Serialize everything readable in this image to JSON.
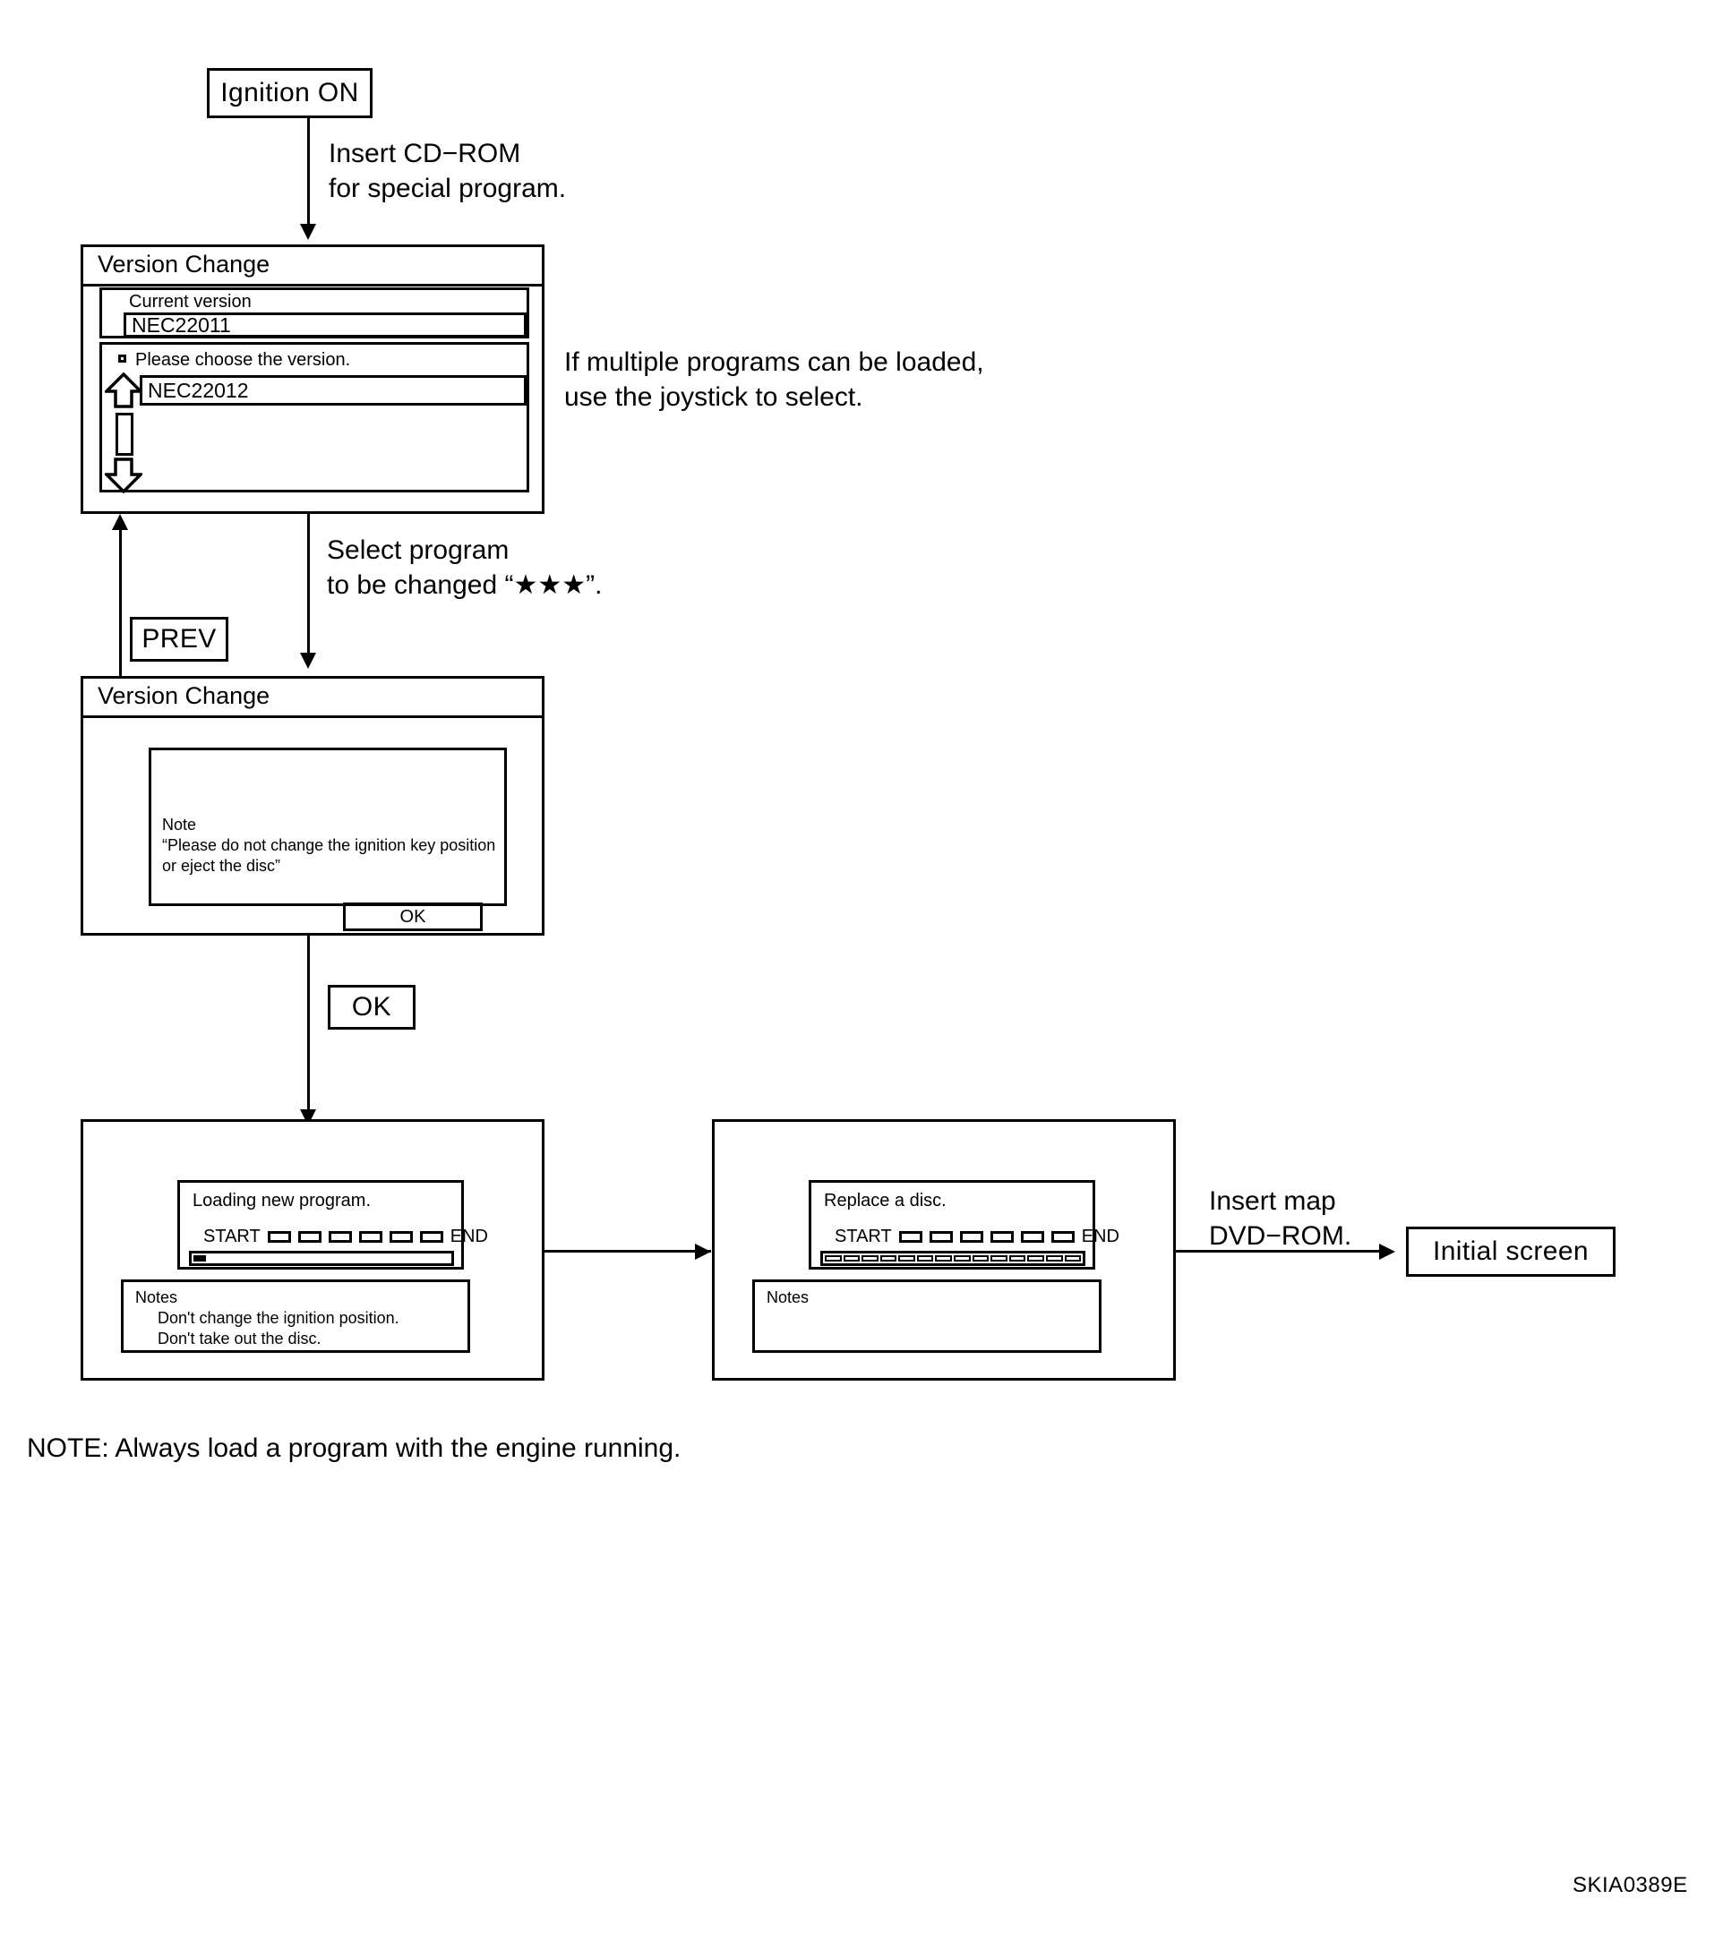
{
  "diagram": {
    "reference_code": "SKIA0389E",
    "bottom_note": "NOTE: Always load a program with the engine running.",
    "nodes": {
      "ignition_on": {
        "label": "Ignition ON"
      },
      "prev_button": {
        "label": "PREV"
      },
      "ok_button": {
        "label": "OK"
      },
      "initial_screen": {
        "label": "Initial screen"
      }
    },
    "annotations": {
      "insert_cdrom": "Insert CD−ROM\nfor special program.",
      "multiple_programs": "If multiple programs can be loaded,\nuse the joystick to select.",
      "select_program": "Select program\nto be changed “★★★”.",
      "insert_map_dvd": "Insert map\nDVD−ROM."
    },
    "screens": {
      "version_select": {
        "title": "Version Change",
        "current_version_label": "Current version",
        "current_version_value": "NEC22011",
        "choose_prompt": "Please choose the version.",
        "selectable_version": "NEC22012",
        "scroll_up_icon": "arrow-up-icon",
        "scroll_down_icon": "arrow-down-icon"
      },
      "version_confirm": {
        "title": "Version Change",
        "note_heading": "Note",
        "note_line1": "“Please do not change the ignition key position",
        "note_line2": "or eject the disc”",
        "ok_label": "OK"
      },
      "loading": {
        "message": "Loading new program.",
        "start_label": "START",
        "end_label": "END",
        "segment_count": 6,
        "progress_percent": 4,
        "notes_heading": "Notes",
        "notes_line1": "Don't change the ignition position.",
        "notes_line2": "Don't take out the disc."
      },
      "replace_disc": {
        "message": "Replace a disc.",
        "start_label": "START",
        "end_label": "END",
        "segment_count": 6,
        "progress_block_count": 14,
        "notes_heading": "Notes"
      }
    }
  }
}
